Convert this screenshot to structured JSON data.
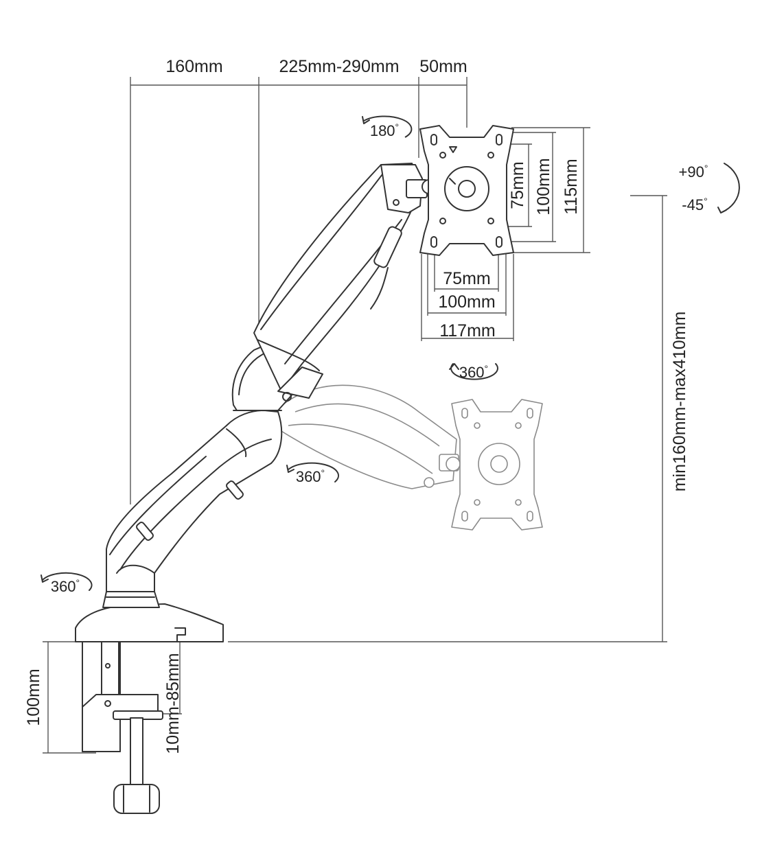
{
  "dimensions": {
    "top_arm_base": "160mm",
    "top_arm_reach": "225mm-290mm",
    "top_head": "50mm",
    "vesa_h_75": "75mm",
    "vesa_h_100": "100mm",
    "plate_h_115": "115mm",
    "vesa_w_75": "75mm",
    "vesa_w_100": "100mm",
    "plate_w_117": "117mm",
    "height_range": "min160mm-max410mm",
    "clamp_height": "100mm",
    "desk_thickness": "10mm-85mm"
  },
  "rotations": {
    "tilt_up": "+90",
    "tilt_down": "-45",
    "head_swivel": "180",
    "plate_rotate": "360",
    "elbow_rotate": "360",
    "base_rotate": "360"
  },
  "degree_symbol": "°",
  "colors": {
    "line": "#333333",
    "ghost": "#8a8a8a",
    "dimension": "#555555"
  }
}
